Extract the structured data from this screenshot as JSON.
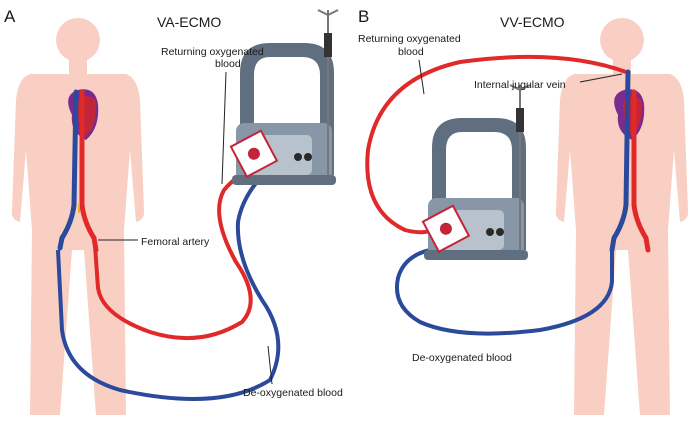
{
  "panels": [
    {
      "letter": "A",
      "title": "VA-ECMO",
      "labels": {
        "returning": [
          "Returning oxygenated",
          "blood"
        ],
        "cannula_site": "Femoral artery",
        "deoxygenated": "De-oxygenated blood"
      }
    },
    {
      "letter": "B",
      "title": "VV-ECMO",
      "labels": {
        "returning": [
          "Returning oxygenated",
          "blood"
        ],
        "cannula_site": "Internal jugular vein",
        "deoxygenated": "De-oxygenated blood"
      }
    }
  ],
  "colors": {
    "body": "#f9cfc4",
    "oxygenated": "#e02a2a",
    "deoxygenated": "#2b4a9c",
    "machine": "#5f6f80",
    "heart": "#c2253a"
  }
}
